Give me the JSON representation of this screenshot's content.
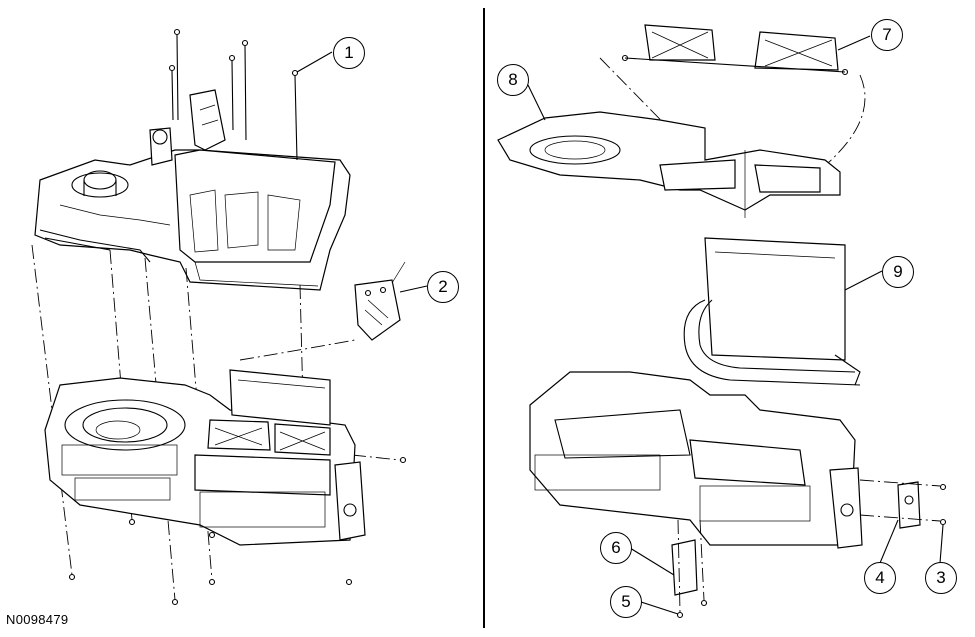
{
  "callouts": [
    "1",
    "2",
    "3",
    "4",
    "5",
    "6",
    "7",
    "8",
    "9"
  ],
  "figure_id": "N0098479"
}
